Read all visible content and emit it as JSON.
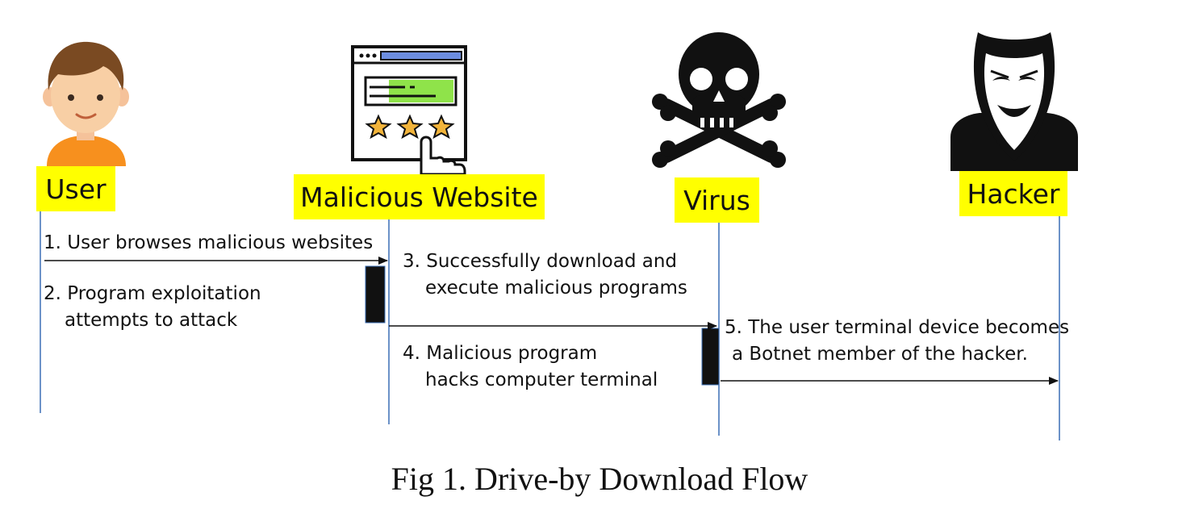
{
  "actors": [
    {
      "label": "User",
      "icon": "user-avatar-icon"
    },
    {
      "label": "Malicious Website",
      "icon": "website-rating-icon"
    },
    {
      "label": "Virus",
      "icon": "skull-crossbones-icon"
    },
    {
      "label": "Hacker",
      "icon": "hacker-mask-icon"
    }
  ],
  "steps": [
    {
      "line1": "1. User browses malicious websites",
      "line2": ""
    },
    {
      "line1": "2. Program exploitation",
      "line2": "attempts to attack"
    },
    {
      "line1": "3. Successfully download and",
      "line2": "execute malicious programs"
    },
    {
      "line1": "4. Malicious program",
      "line2": "hacks computer terminal"
    },
    {
      "line1": "5. The user terminal device becomes",
      "line2": "a Botnet member of the hacker."
    }
  ],
  "caption": "Fig 1. Drive-by Download Flow",
  "colors": {
    "highlight": "#ffff00",
    "lifeline": "#3b6fb6",
    "arrow": "#111111"
  }
}
